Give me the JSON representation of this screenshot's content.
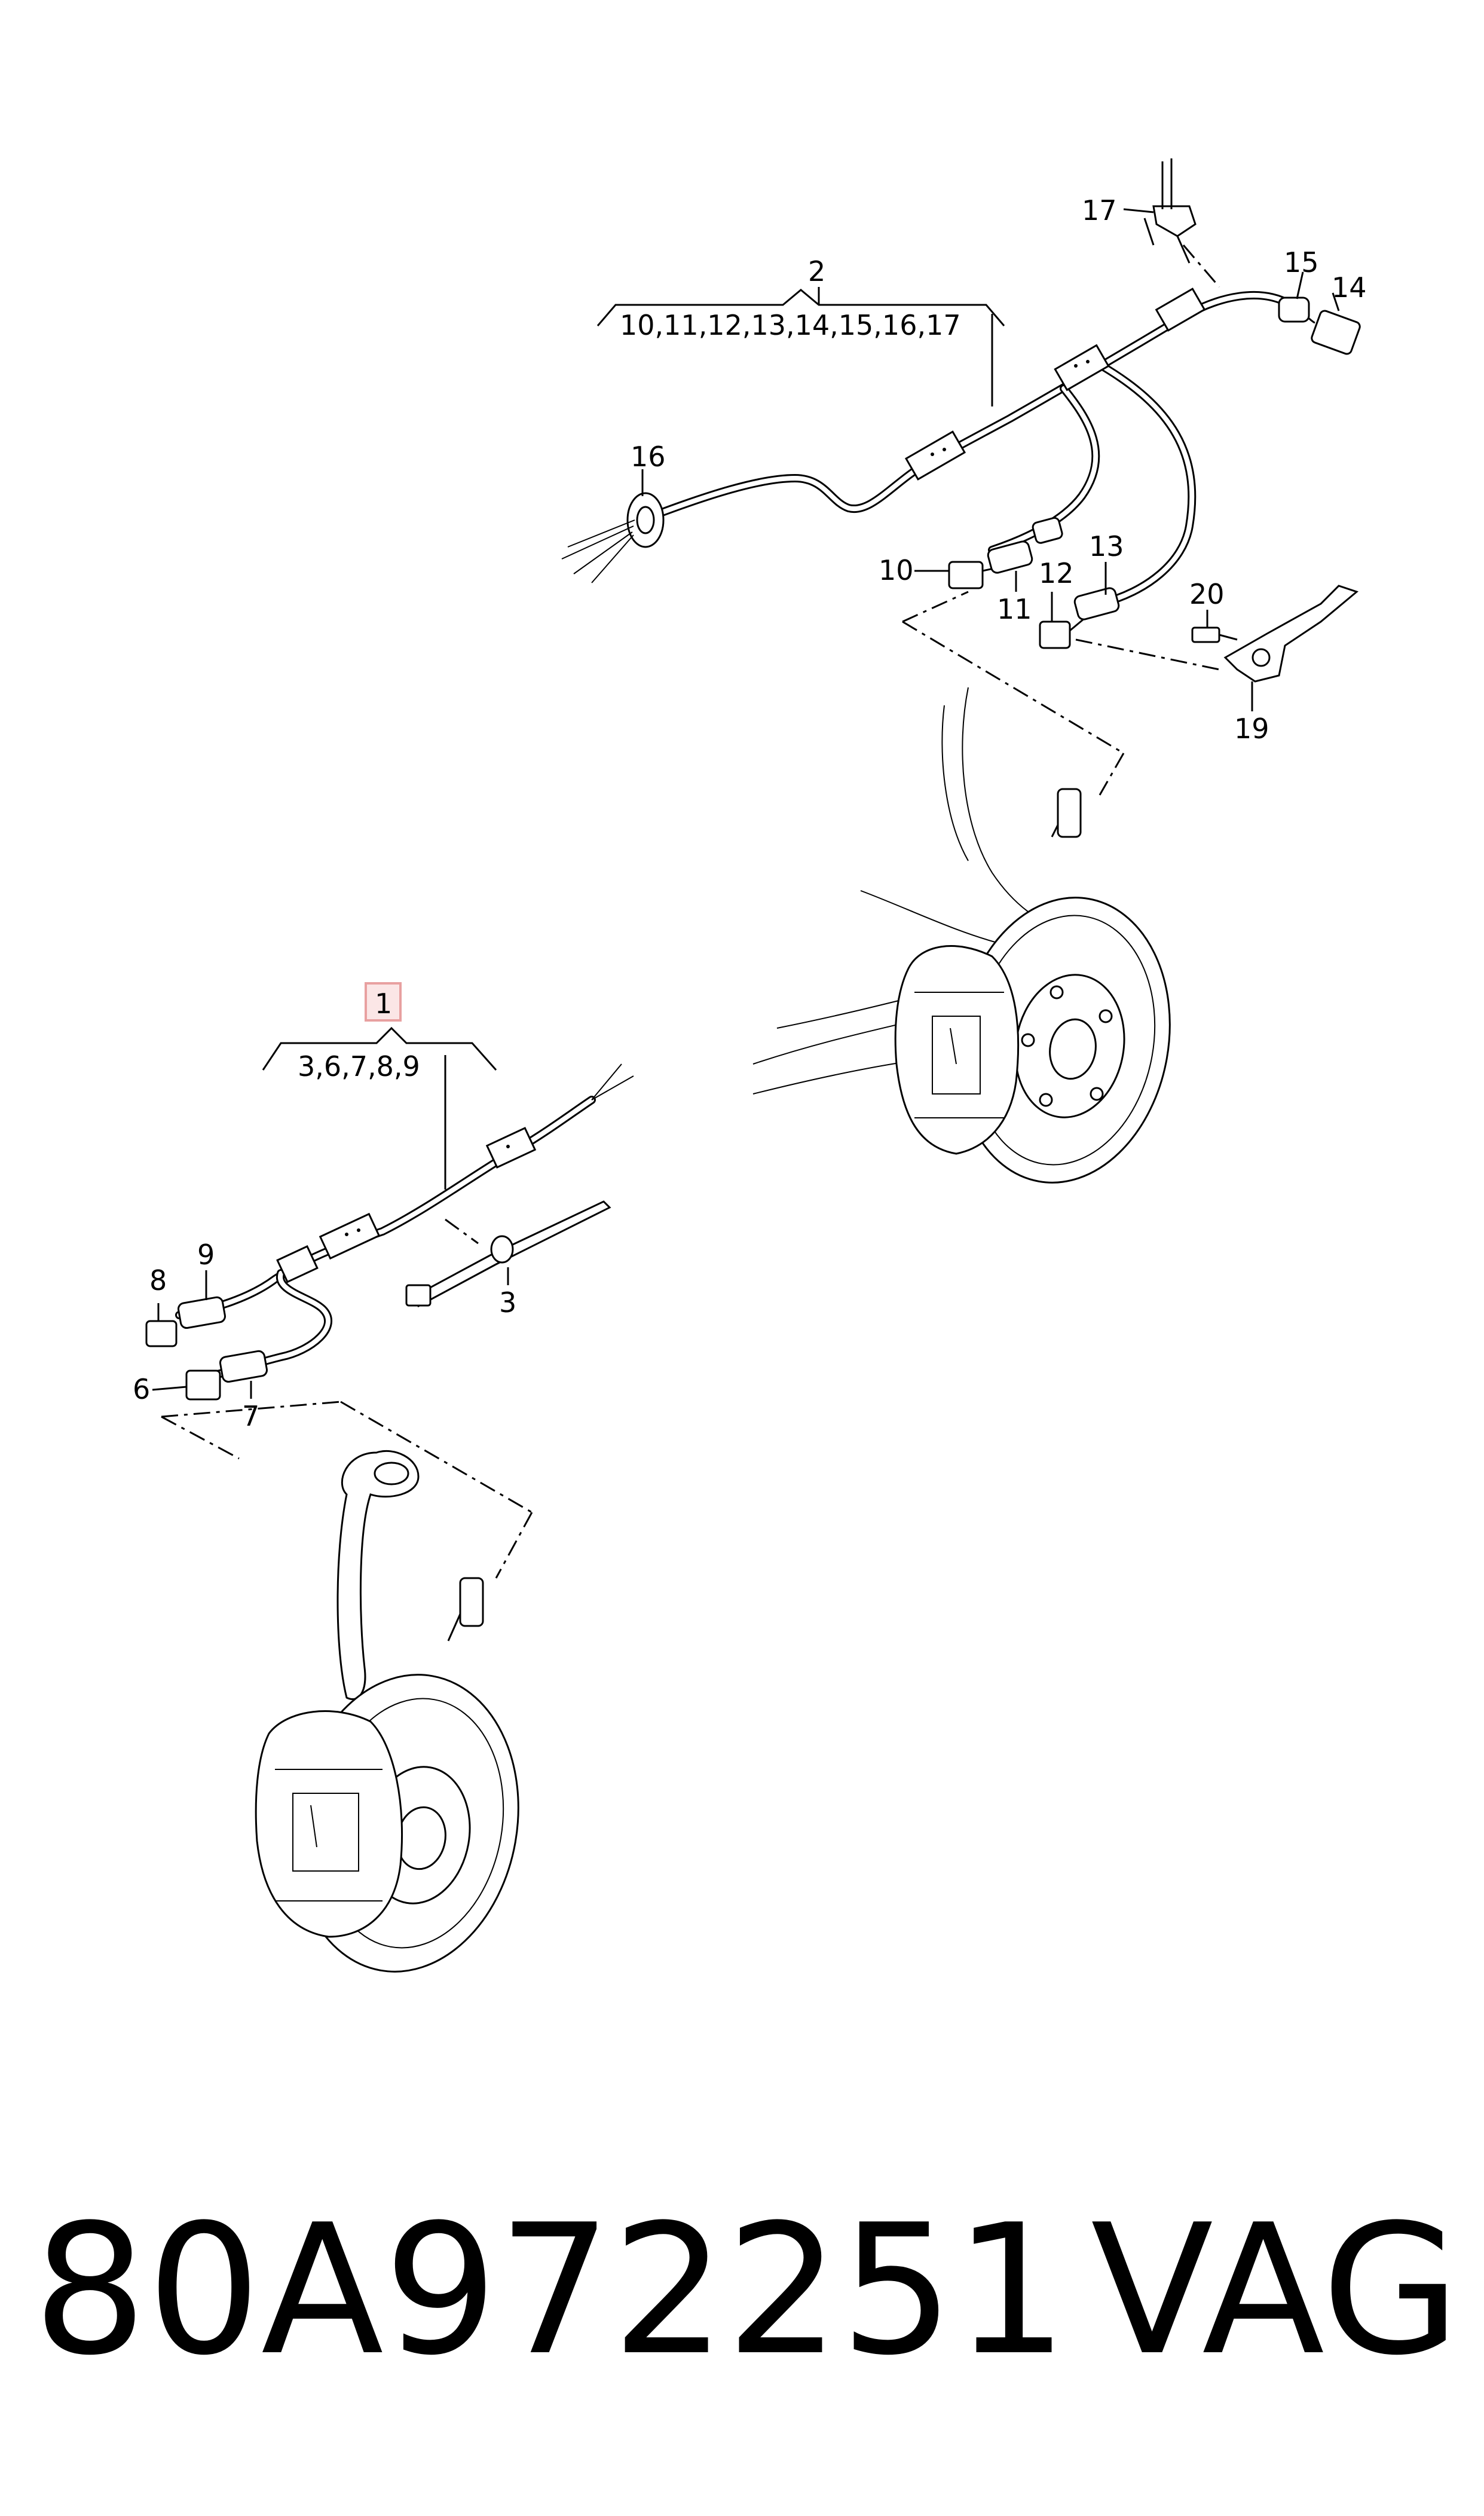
{
  "callouts": {
    "c1": "1",
    "c2": "2",
    "c3": "3",
    "c6": "6",
    "c7": "7",
    "c8": "8",
    "c9": "9",
    "c10": "10",
    "c11": "11",
    "c12": "12",
    "c13": "13",
    "c14": "14",
    "c15": "15",
    "c16": "16",
    "c17": "17",
    "c19": "19",
    "c20": "20"
  },
  "groups": {
    "group1_parts": "3,6,7,8,9",
    "group2_parts": "10,11,12,13,14,15,16,17"
  },
  "highlight_color": "#e8a0a0",
  "footer": {
    "part_number": "80A972251",
    "brand": "VAG"
  }
}
